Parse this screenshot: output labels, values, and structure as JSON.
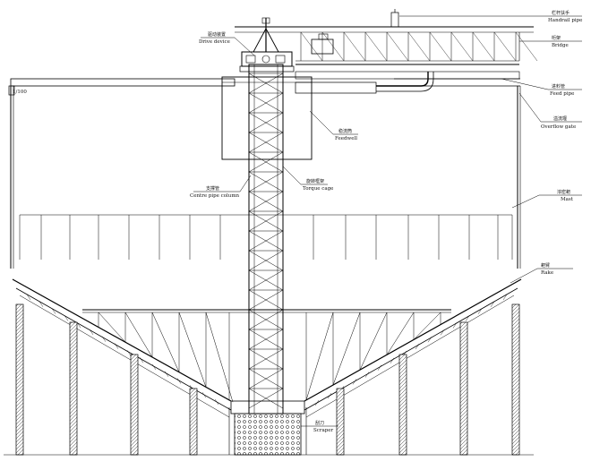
{
  "diagram": {
    "labels": {
      "handrail_pipe_cn": "栏杆扶手",
      "handrail_pipe_en": "Handrail pipe",
      "bridge_cn": "桁架",
      "bridge_en": "Bridge",
      "feed_pipe_cn": "进料管",
      "feed_pipe_en": "Feed pipe",
      "overflow_gate_cn": "溢流堰",
      "overflow_gate_en": "Overflow gate",
      "drive_device_cn": "驱动装置",
      "drive_device_en": "Drive device",
      "feedwell_cn": "稳流筒",
      "feedwell_en": "Feedwell",
      "centre_pipe_column_cn": "支撑管",
      "centre_pipe_column_en": "Centre pipe column",
      "torque_cage_cn": "旋转框架",
      "torque_cage_en": "Torque cage",
      "rake_cn": "耙臂",
      "rake_en": "Rake",
      "mast_cn": "浓密耙",
      "mast_en": "Mast",
      "scraper_cn": "刮刀",
      "scraper_en": "Scraper",
      "side_mark": "1/100"
    },
    "colors": {
      "line": "#000000",
      "background": "#ffffff"
    }
  }
}
